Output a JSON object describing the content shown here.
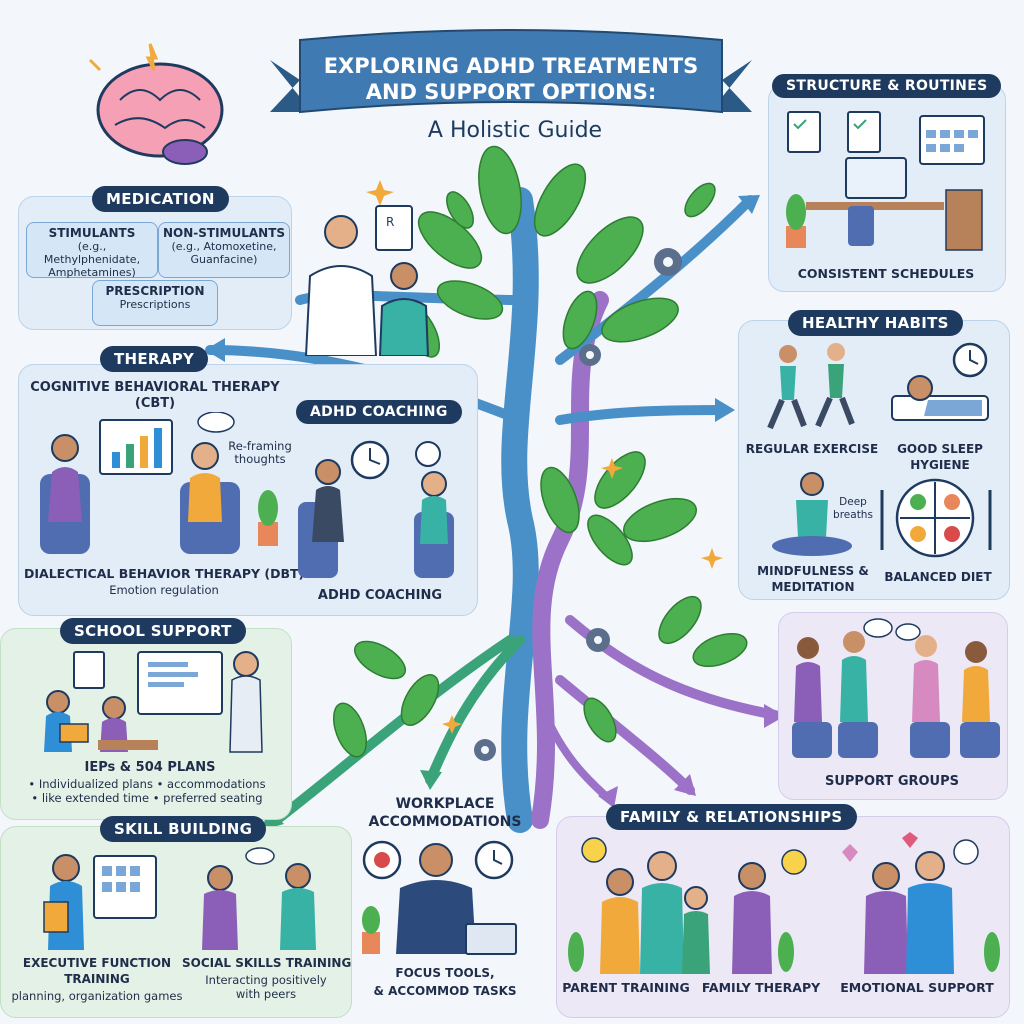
{
  "header": {
    "title_line1": "EXPLORING ADHD TREATMENTS",
    "title_line2": "AND SUPPORT OPTIONS:",
    "subtitle": "A Holistic Guide"
  },
  "medication": {
    "title": "MEDICATION",
    "stimulants": {
      "name": "STIMULANTS",
      "examples": "(e.g., Methylphenidate, Amphetamines)"
    },
    "non_stimulants": {
      "name": "NON-STIMULANTS",
      "examples": "(e.g., Atomoxetine, Guanfacine)"
    },
    "prescription": {
      "name": "PRESCRIPTION",
      "detail": "Prescriptions"
    }
  },
  "therapy": {
    "title": "THERAPY",
    "cbt_line1": "COGNITIVE BEHAVIORAL THERAPY",
    "cbt_line2": "(CBT)",
    "reframing": "Re-framing thoughts",
    "dbt": "DIALECTICAL BEHAVIOR THERAPY (DBT)",
    "dbt_detail": "Emotion regulation"
  },
  "coaching": {
    "title": "ADHD COACHING",
    "label": "ADHD COACHING"
  },
  "structure": {
    "title": "STRUCTURE & ROUTINES",
    "label": "CONSISTENT SCHEDULES"
  },
  "habits": {
    "title": "HEALTHY HABITS",
    "exercise": "REGULAR EXERCISE",
    "sleep_line1": "GOOD SLEEP",
    "sleep_line2": "HYGIENE",
    "mind_line1": "MINDFULNESS &",
    "mind_line2": "MEDITATION",
    "deep_breaths": "Deep breaths",
    "diet": "BALANCED DIET"
  },
  "school": {
    "title": "SCHOOL SUPPORT",
    "iep": "IEPs & 504 PLANS",
    "iep_detail1": "• Individualized plans  • accommodations",
    "iep_detail2": "• like extended time  • preferred seating"
  },
  "skills": {
    "title": "SKILL BUILDING",
    "exec_line1": "EXECUTIVE FUNCTION",
    "exec_line2": "TRAINING",
    "exec_detail": "planning, organization games",
    "social": "SOCIAL SKILLS TRAINING",
    "social_detail1": "Interacting positively",
    "social_detail2": "with peers"
  },
  "workplace": {
    "title_line1": "WORKPLACE",
    "title_line2": "ACCOMMODATIONS",
    "detail_line1": "FOCUS TOOLS,",
    "detail_line2": "& ACCOMMOD TASKS"
  },
  "support_groups": {
    "label": "SUPPORT GROUPS"
  },
  "family": {
    "title": "FAMILY & RELATIONSHIPS",
    "parent": "PARENT TRAINING",
    "therapy": "FAMILY THERAPY",
    "emotional": "EMOTIONAL SUPPORT"
  },
  "colors": {
    "navy": "#1e3a5f",
    "banner": "#3f7ab3",
    "trunk_blue": "#4a90c8",
    "trunk_purple": "#9b72c7",
    "leaf": "#4caf50"
  }
}
